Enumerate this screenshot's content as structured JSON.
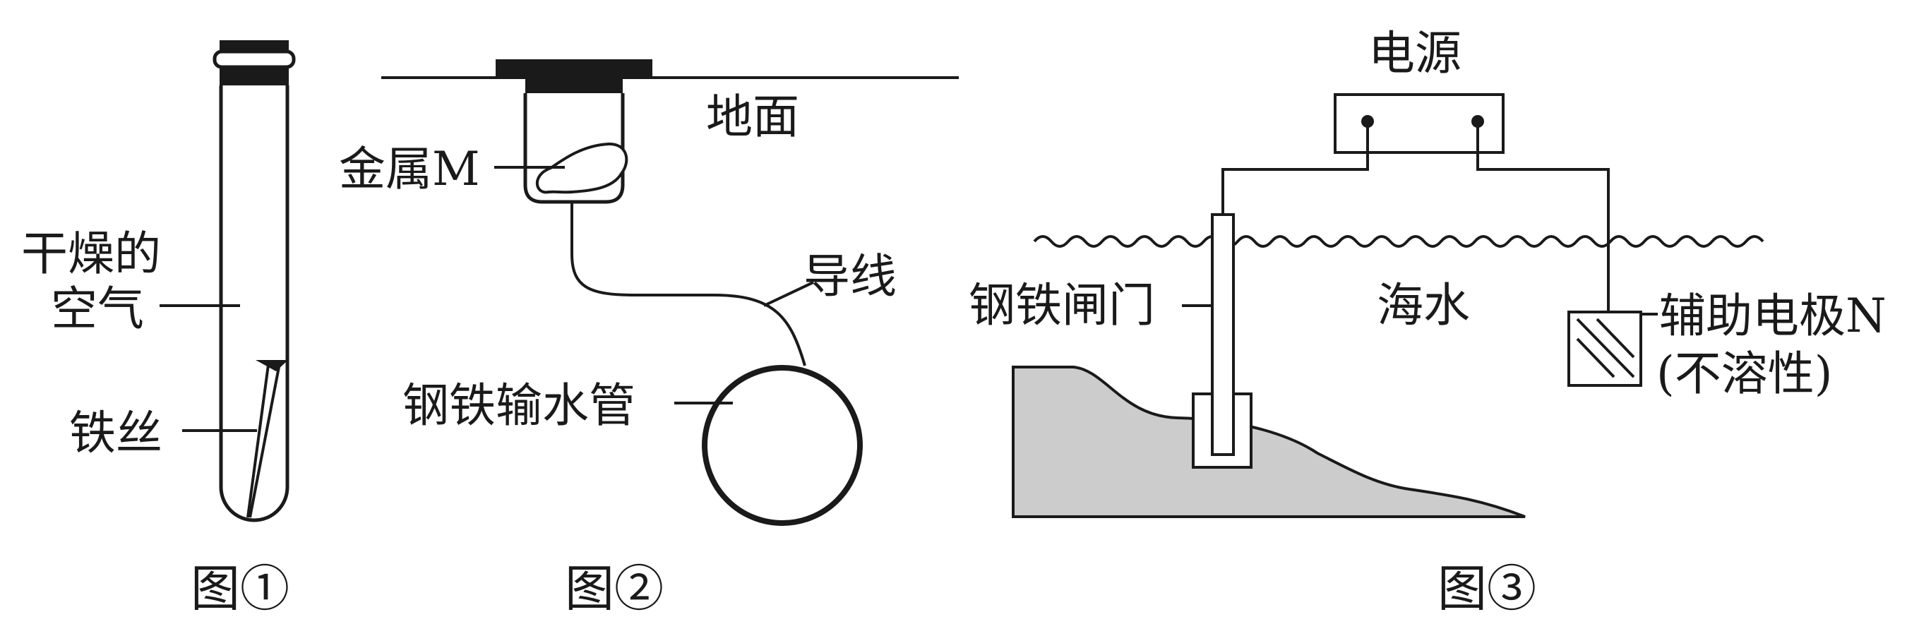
{
  "figure1": {
    "label_dry_air_line1": "干燥的",
    "label_dry_air_line2": "空气",
    "label_iron_wire": "铁丝",
    "caption": "图①"
  },
  "figure2": {
    "label_ground": "地面",
    "label_metal_m": "金属M",
    "label_wire": "导线",
    "label_pipe": "钢铁输水管",
    "caption": "图②"
  },
  "figure3": {
    "label_power": "电源",
    "label_gate": "钢铁闸门",
    "label_seawater": "海水",
    "label_aux_electrode": "辅助电极N",
    "label_insoluble": "(不溶性)",
    "caption": "图③"
  },
  "colors": {
    "line": "#1a1a1a",
    "seabed": "#cccccc",
    "background": "#ffffff"
  }
}
